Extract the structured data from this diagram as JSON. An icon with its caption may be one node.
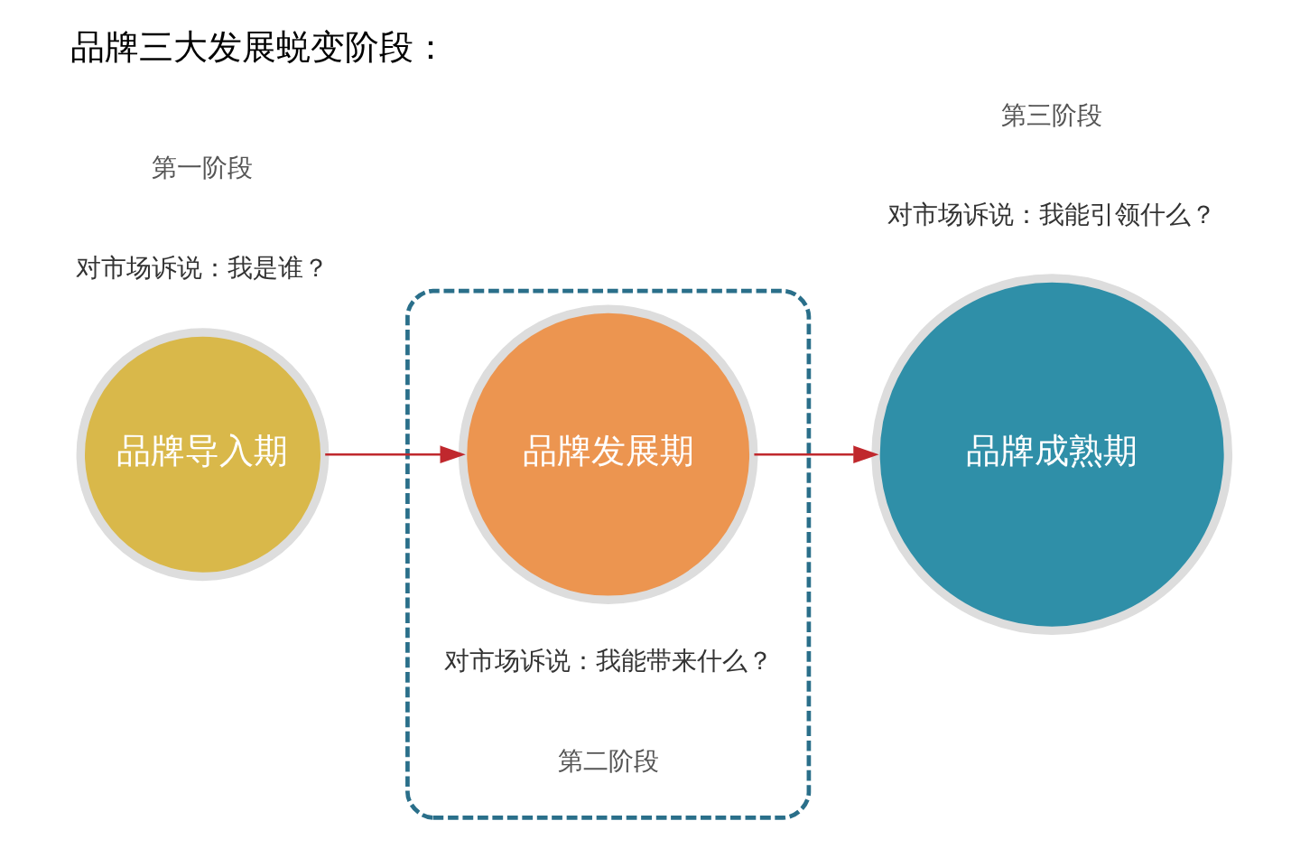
{
  "diagram": {
    "title": "品牌三大发展蜕变阶段：",
    "nodes": [
      {
        "text": [
          "品牌导入期"
        ],
        "beside": [
          "对市场诉说：我是谁？",
          "第一阶段"
        ]
      },
      {
        "text": [],
        "shape": "box"
      },
      {
        "text": [
          "品牌发展期"
        ],
        "in": 1,
        "beside": [
          "对市场诉说：我能带来什么？",
          "第二阶段"
        ]
      },
      {
        "text": [
          "品牌成熟期"
        ],
        "beside": [
          "对市场诉说：我能引领什么？",
          "第三阶段"
        ]
      }
    ],
    "edges": [
      {
        "from": 0,
        "to": 2,
        "arrow": "to",
        "color": "#c0282d"
      },
      {
        "from": 2,
        "to": 3,
        "arrow": "to",
        "color": "#c0282d"
      }
    ]
  }
}
